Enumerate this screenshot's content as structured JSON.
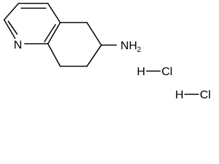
{
  "molecule": {
    "ring_atom": "N",
    "amine_group": "NH",
    "amine_subscript": "2"
  },
  "salts": [
    {
      "h": "H",
      "cl": "Cl"
    },
    {
      "h": "H",
      "cl": "Cl"
    }
  ]
}
